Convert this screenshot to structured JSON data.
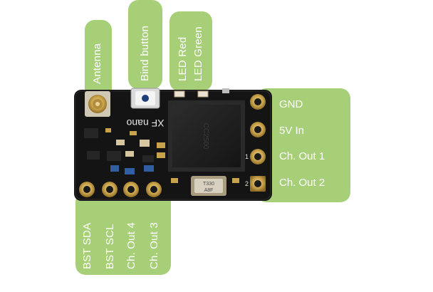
{
  "labels": {
    "top": [
      {
        "id": "antenna",
        "text": "Antenna"
      },
      {
        "id": "bind",
        "text": "Bind button"
      },
      {
        "id": "led_red",
        "text": "LED Red"
      },
      {
        "id": "led_green",
        "text": "LED Green"
      }
    ],
    "right": [
      {
        "id": "gnd",
        "text": "GND"
      },
      {
        "id": "vin",
        "text": "5V In"
      },
      {
        "id": "ch1",
        "text": "Ch. Out 1"
      },
      {
        "id": "ch2",
        "text": "Ch. Out 2"
      }
    ],
    "bottom": [
      {
        "id": "sda",
        "text": "BST SDA"
      },
      {
        "id": "scl",
        "text": "BST SCL"
      },
      {
        "id": "ch4",
        "text": "Ch. Out 4"
      },
      {
        "id": "ch3",
        "text": "Ch. Out 3"
      }
    ]
  },
  "board": {
    "brand_text": "XF nano",
    "pin_marks": [
      "1",
      "2"
    ],
    "crystal_text": "T330\nA8F",
    "colors": {
      "pcb": "#141414",
      "callout": "#a7cf78",
      "gold": "#c9a34b",
      "chip": "#1f1f1f"
    }
  }
}
